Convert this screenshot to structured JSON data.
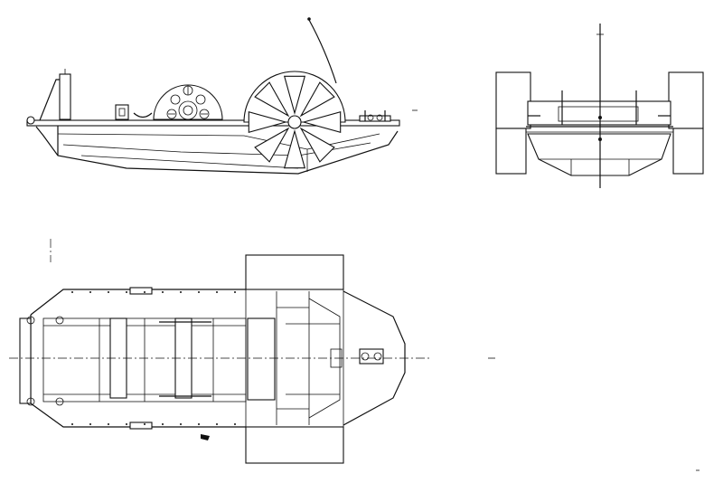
{
  "colors": {
    "ink": "#111111",
    "paper": "#ffffff"
  },
  "views": [
    {
      "name": "side-elevation"
    },
    {
      "name": "front-elevation"
    },
    {
      "name": "plan-view"
    }
  ],
  "paddle_wheel": {
    "blade_count": 8
  }
}
